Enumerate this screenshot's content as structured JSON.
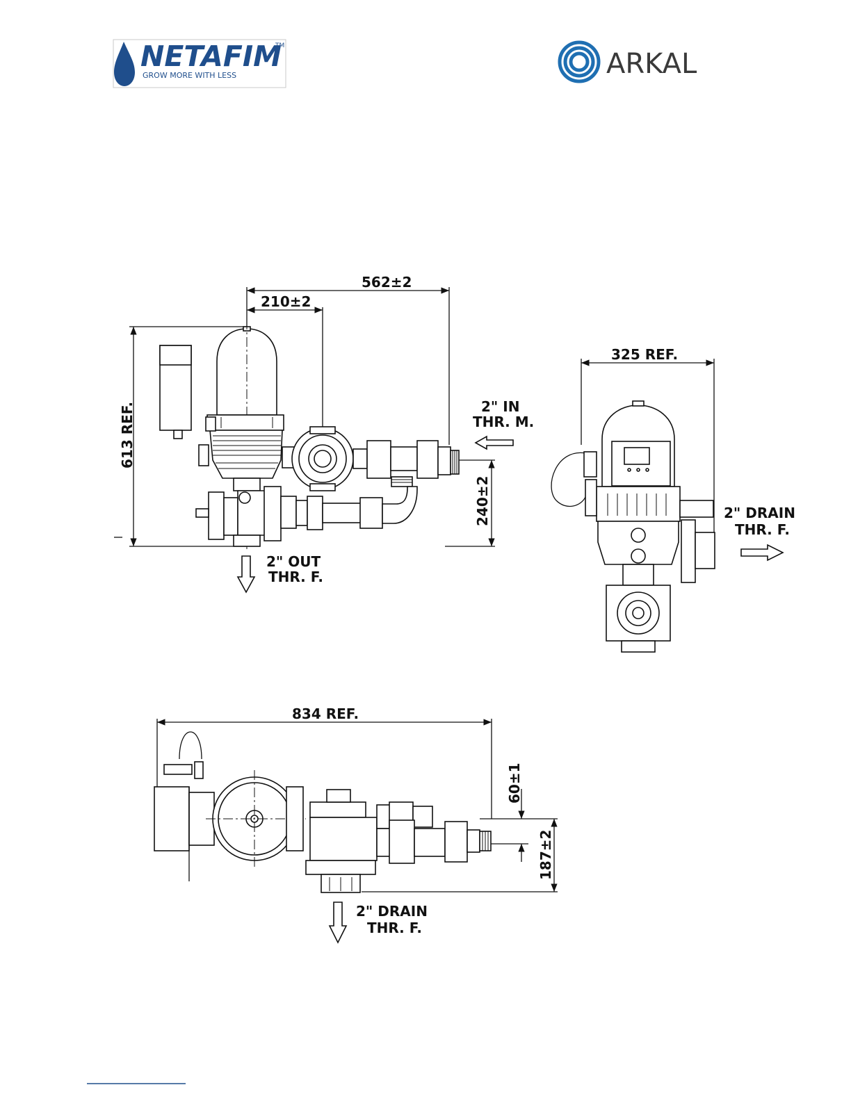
{
  "logos": {
    "netafim": {
      "name": "NETAFIM",
      "tm": "TM",
      "tagline": "GROW MORE WITH LESS",
      "color": "#1f4e8c"
    },
    "arkal": {
      "name": "ARKAL",
      "ring_color": "#1f6fb2"
    }
  },
  "side_view": {
    "dim_overall_length": "562±2",
    "dim_axis_offset": "210±2",
    "dim_height": "613 REF.",
    "dim_inlet_height": "240±2",
    "inlet_label_line1": "2\" IN",
    "inlet_label_line2": "THR. M.",
    "outlet_label_line1": "2\" OUT",
    "outlet_label_line2": "THR. F."
  },
  "front_view": {
    "dim_width": "325 REF.",
    "drain_label_line1": "2\" DRAIN",
    "drain_label_line2": "THR. F."
  },
  "top_view": {
    "dim_overall_length": "834 REF.",
    "dim_offset_small": "60±1",
    "dim_offset_large": "187±2",
    "drain_label_line1": "2\" DRAIN",
    "drain_label_line2": "THR. F."
  },
  "icons": [
    "water-drop-icon",
    "concentric-rings-icon",
    "flow-arrow-icon"
  ]
}
